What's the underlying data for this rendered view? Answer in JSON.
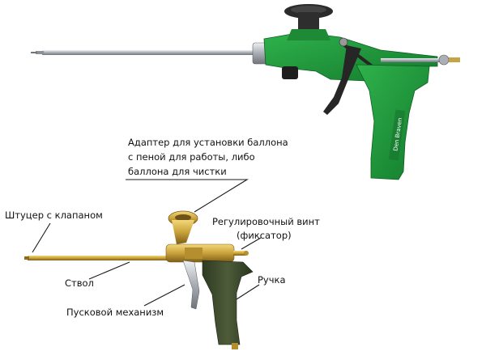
{
  "brand_text": "Den Braven",
  "labels": {
    "adapter_line1": "Адаптер для установки баллона",
    "adapter_line2": "с пеной  для работы, либо",
    "adapter_line3": "баллона для чистки",
    "nipple": "Штуцер с клапаном",
    "screw_line1": "Регулировочный винт",
    "screw_line2": "(фиксатор)",
    "barrel": "Ствол",
    "handle": "Ручка",
    "trigger": "Пусковой механизм"
  },
  "colors": {
    "green_body": "#1f9a3c",
    "green_dark": "#12702a",
    "brass": "#c9a23a",
    "brass_dark": "#8d6c1c",
    "steel": "#b9bec4",
    "dark_green_handle": "#3d4a2e"
  }
}
